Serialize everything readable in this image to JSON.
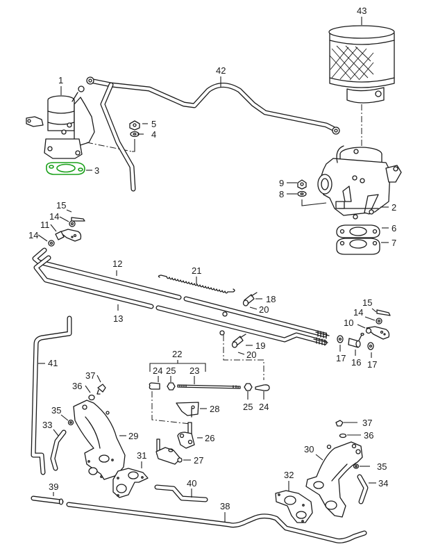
{
  "diagram": {
    "type": "exploded-parts-diagram",
    "subject": "carburetor, throttle linkage and intake manifold assembly",
    "highlight_color": "#1aa01a",
    "line_color": "#1a1a1a",
    "background_color": "#ffffff",
    "highlighted_part": "3",
    "callouts": [
      {
        "id": "1",
        "part": "carburetor (left)"
      },
      {
        "id": "2",
        "part": "carburetor (right)"
      },
      {
        "id": "3",
        "part": "gasket (left, highlighted)"
      },
      {
        "id": "4",
        "part": "washer"
      },
      {
        "id": "5",
        "part": "nut"
      },
      {
        "id": "6",
        "part": "gasket (right)"
      },
      {
        "id": "7",
        "part": "spacer flange"
      },
      {
        "id": "8",
        "part": "washer"
      },
      {
        "id": "9",
        "part": "nut"
      },
      {
        "id": "10",
        "part": "lever (right)"
      },
      {
        "id": "11",
        "part": "lever (left)"
      },
      {
        "id": "12",
        "part": "upper rod"
      },
      {
        "id": "13",
        "part": "lower rod"
      },
      {
        "id": "14",
        "part": "washer"
      },
      {
        "id": "15",
        "part": "split pin"
      },
      {
        "id": "16",
        "part": "rod end"
      },
      {
        "id": "17",
        "part": "nut"
      },
      {
        "id": "18",
        "part": "ball socket"
      },
      {
        "id": "19",
        "part": "ball socket"
      },
      {
        "id": "20",
        "part": "clip"
      },
      {
        "id": "21",
        "part": "tension spring"
      },
      {
        "id": "22",
        "part": "connecting rod assembly"
      },
      {
        "id": "23",
        "part": "threaded rod"
      },
      {
        "id": "24",
        "part": "ball cup"
      },
      {
        "id": "25",
        "part": "lock nut"
      },
      {
        "id": "26",
        "part": "bracket lever"
      },
      {
        "id": "27",
        "part": "relay lever"
      },
      {
        "id": "28",
        "part": "bracket"
      },
      {
        "id": "29",
        "part": "intake manifold (left)"
      },
      {
        "id": "30",
        "part": "intake manifold (right)"
      },
      {
        "id": "31",
        "part": "manifold gasket (left)"
      },
      {
        "id": "32",
        "part": "manifold gasket (right)"
      },
      {
        "id": "33",
        "part": "hose nipple (left)"
      },
      {
        "id": "34",
        "part": "hose nipple (right)"
      },
      {
        "id": "35",
        "part": "washer"
      },
      {
        "id": "36",
        "part": "seal ring"
      },
      {
        "id": "37",
        "part": "plug screw"
      },
      {
        "id": "38",
        "part": "balance pipe"
      },
      {
        "id": "39",
        "part": "hose"
      },
      {
        "id": "40",
        "part": "pipe"
      },
      {
        "id": "41",
        "part": "vent pipe"
      },
      {
        "id": "42",
        "part": "cross-over rod"
      },
      {
        "id": "43",
        "part": "air filter"
      }
    ]
  }
}
